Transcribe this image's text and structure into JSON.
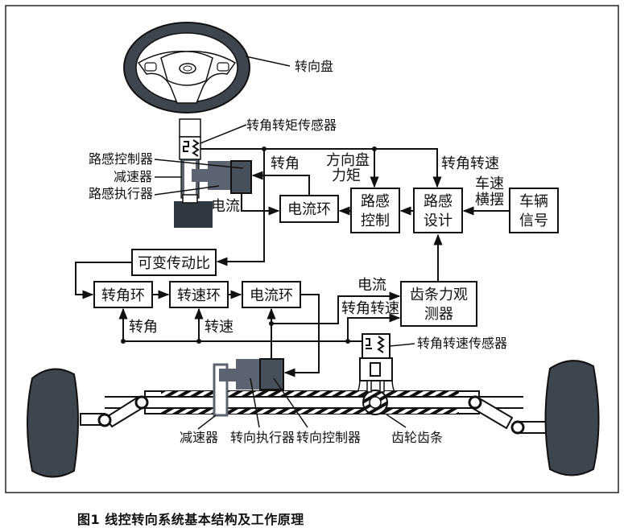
{
  "figure": {
    "caption": "图1 线控转向系统基本结构及工作原理"
  },
  "colors": {
    "tire": "#3d454f",
    "actuator": "#5b6470",
    "controller": "#46505a",
    "motor": "#2f3840",
    "line": "#111111"
  },
  "components": {
    "steering_wheel": "转向盘",
    "angle_torque_sensor": "转角转矩传感器",
    "feel_controller": "路感控制器",
    "reducer_top": "减速器",
    "feel_actuator": "路感执行器",
    "angle_speed_sensor": "转角转速传感器",
    "reducer_bottom": "减速器",
    "steer_actuator": "转向执行器",
    "steer_controller": "转向控制器",
    "rack_pinion": "齿轮齿条"
  },
  "blocks": {
    "current_loop_top": "电流环",
    "feel_control": [
      "路感",
      "控制"
    ],
    "feel_design": [
      "路感",
      "设计"
    ],
    "vehicle_signal": [
      "车辆",
      "信号"
    ],
    "variable_ratio": "可变传动比",
    "angle_loop": "转角环",
    "speed_loop": "转速环",
    "current_loop_bottom": "电流环",
    "rack_force_observer": [
      "齿条力观",
      "测器"
    ]
  },
  "signals": {
    "angle_top": "转角",
    "wheel_torque": [
      "方向盘",
      "力矩"
    ],
    "angle_speed_top": "转角转速",
    "speed_yaw": [
      "车速",
      "横摆"
    ],
    "current_top": "电流",
    "angle_bottom": "转角",
    "speed_bottom": "转速",
    "current_obs": "电流",
    "angle_speed_obs": "转角转速"
  }
}
